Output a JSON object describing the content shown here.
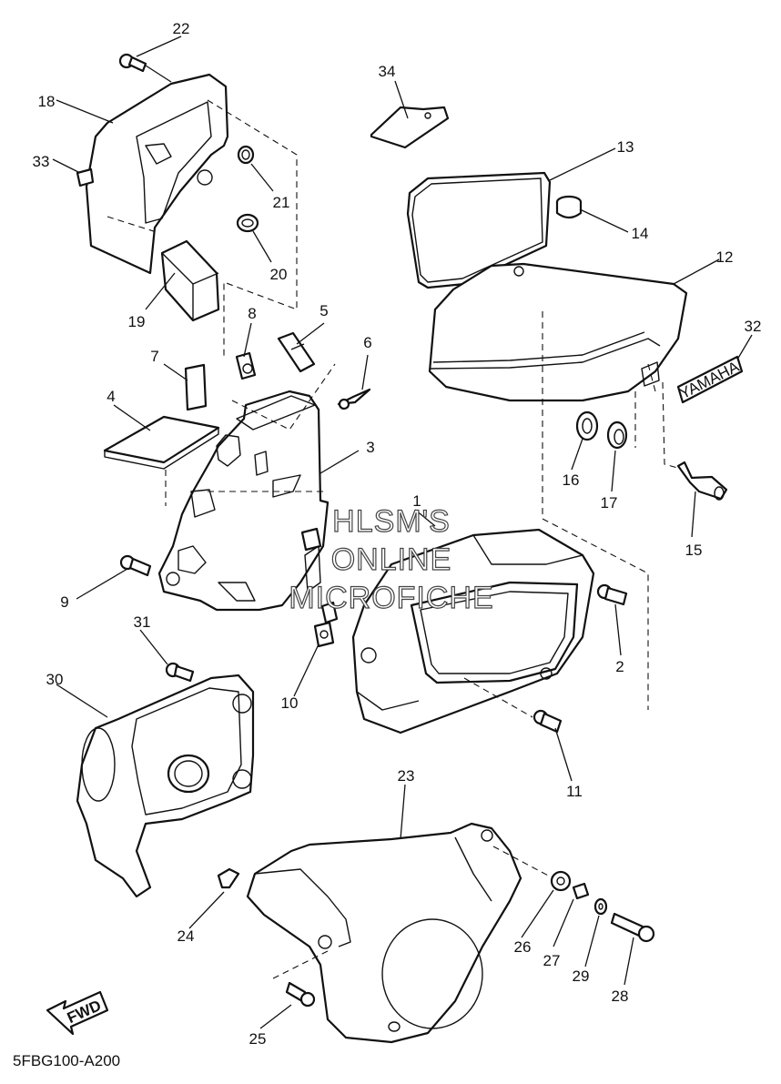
{
  "diagram_code": "5FBG100-A200",
  "watermark": {
    "line1": "HLSM'S",
    "line2": "ONLINE",
    "line3": "MICROFICHE"
  },
  "fwd_label": "FWD",
  "decal_text": "YAMAHA",
  "part_numbers": {
    "p1": "1",
    "p2": "2",
    "p3": "3",
    "p4": "4",
    "p5": "5",
    "p6": "6",
    "p7": "7",
    "p8": "8",
    "p9": "9",
    "p10": "10",
    "p11": "11",
    "p12": "12",
    "p13": "13",
    "p14": "14",
    "p15": "15",
    "p16": "16",
    "p17": "17",
    "p18": "18",
    "p19": "19",
    "p20": "20",
    "p21": "21",
    "p22": "22",
    "p23": "23",
    "p24": "24",
    "p25": "25",
    "p26": "26",
    "p27": "27",
    "p28": "28",
    "p29": "29",
    "p30": "30",
    "p31": "31",
    "p32": "32",
    "p33": "33",
    "p34": "34"
  }
}
